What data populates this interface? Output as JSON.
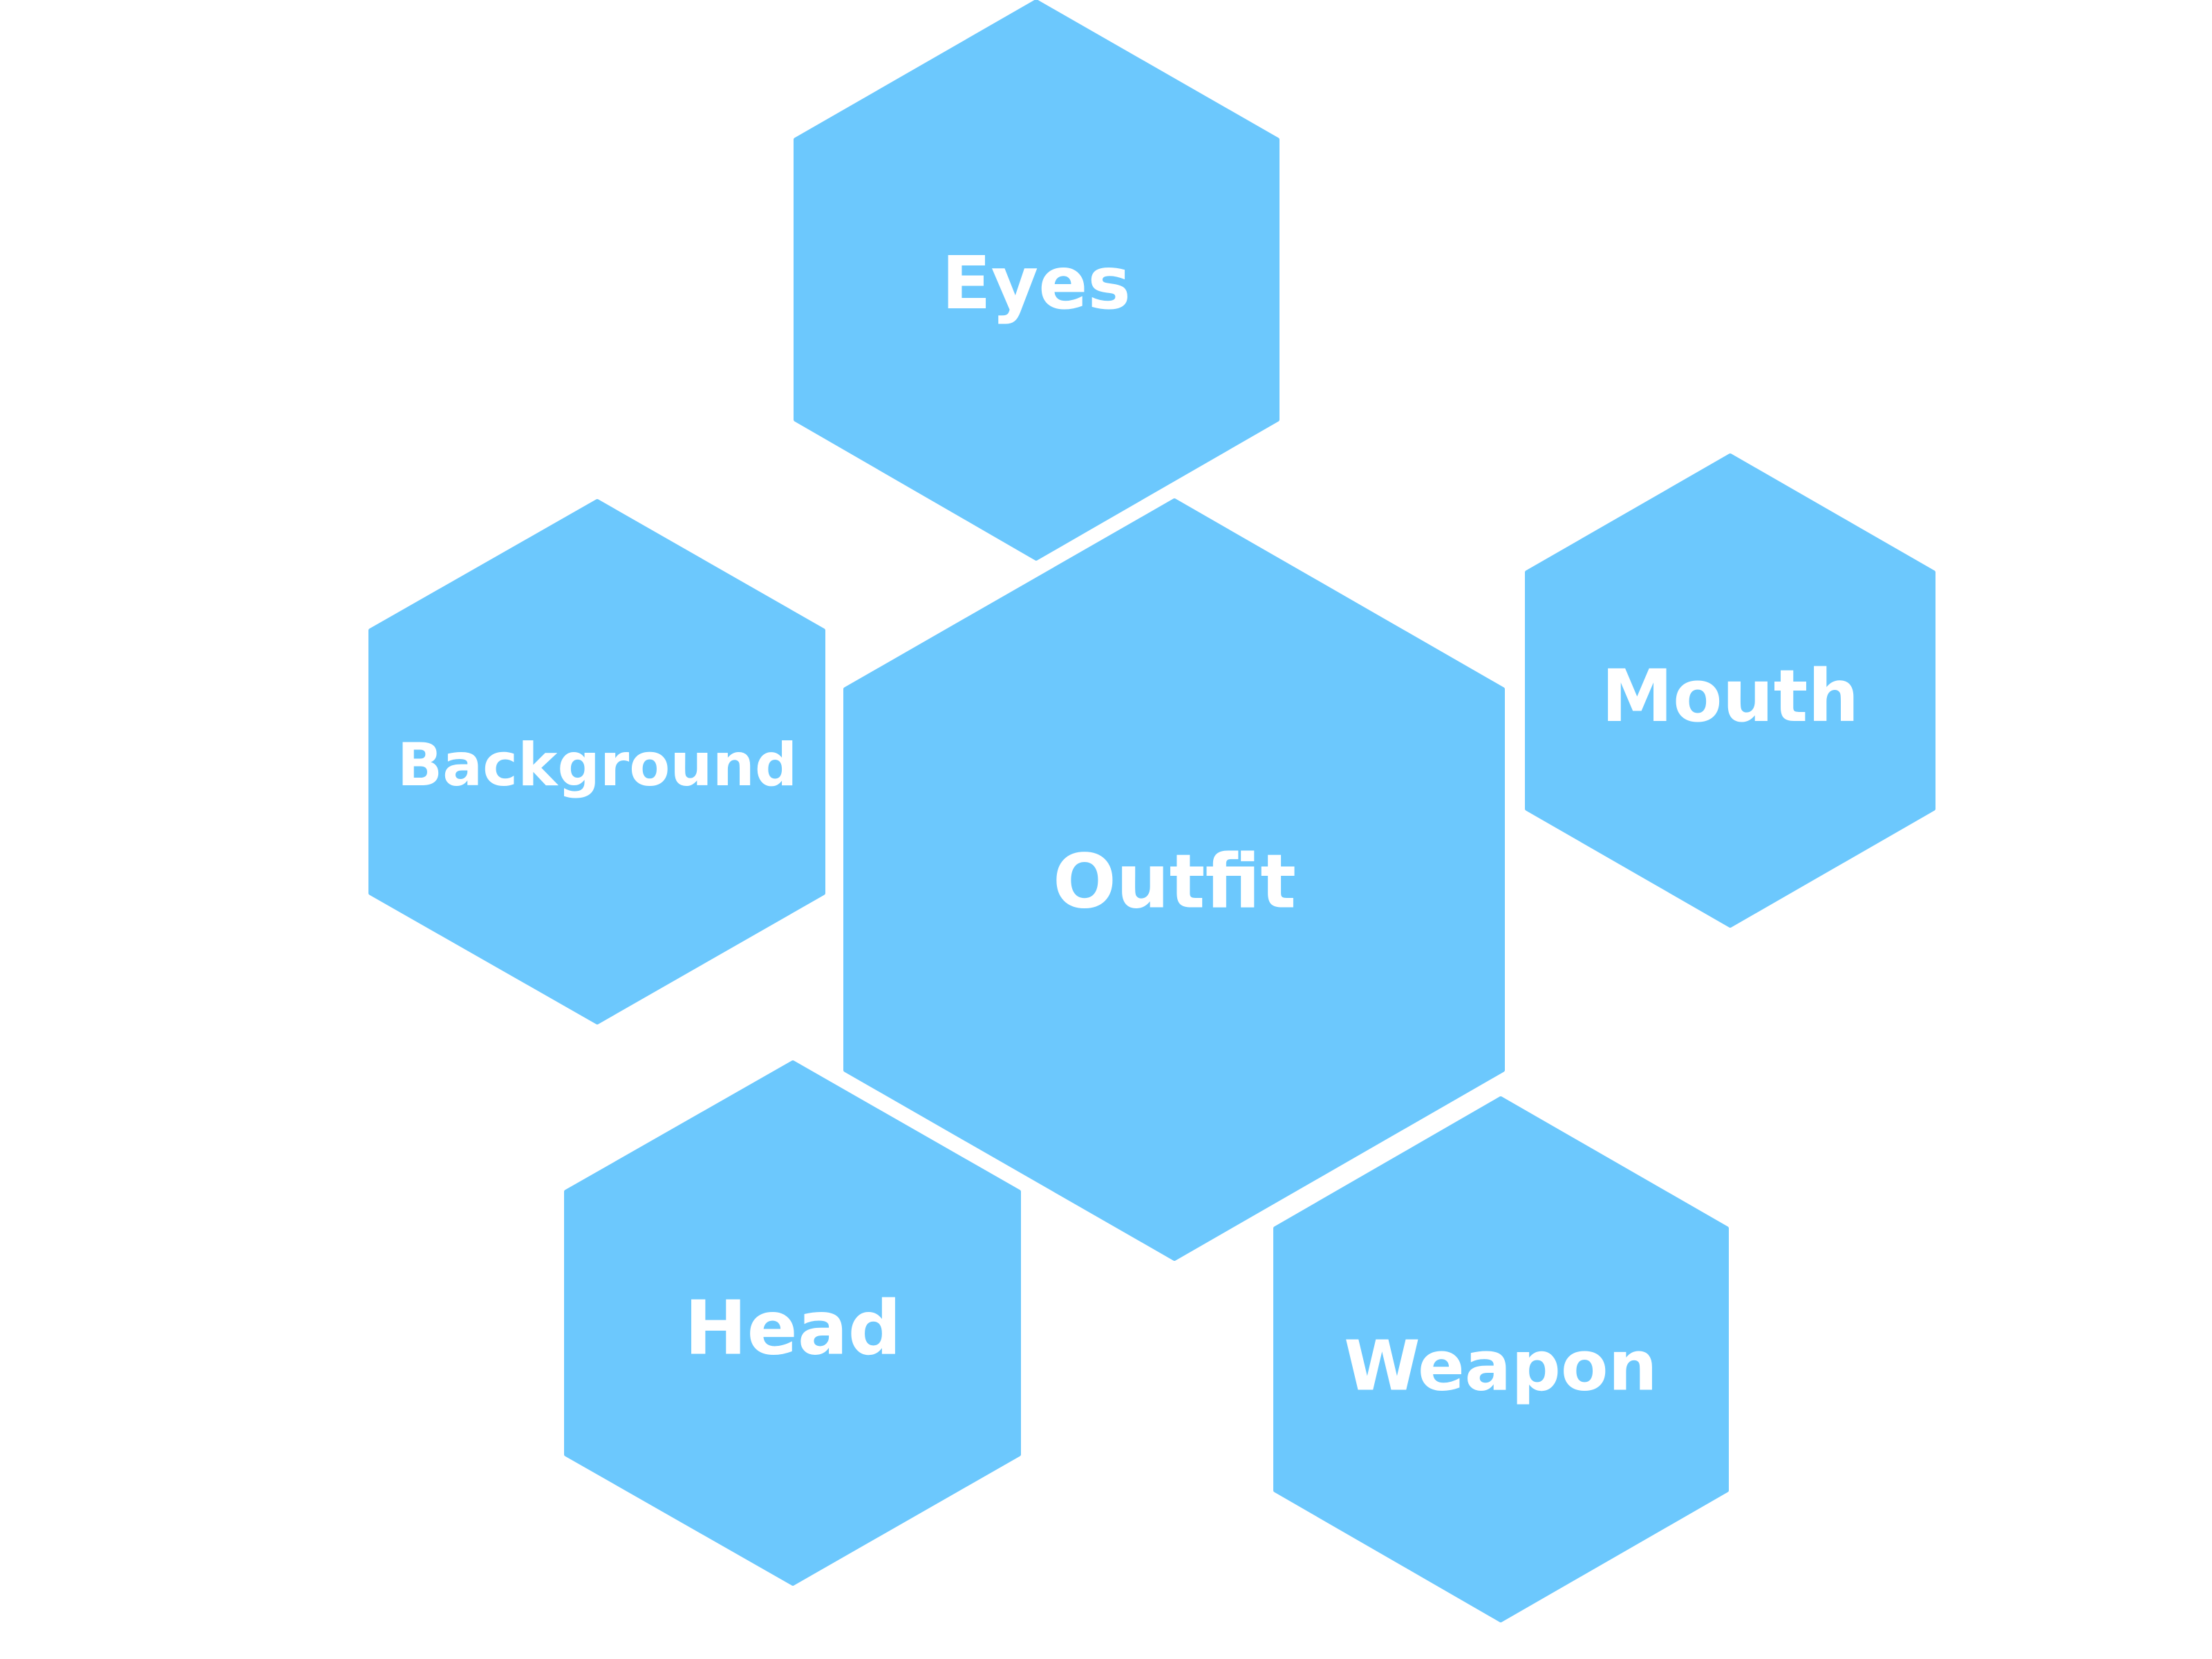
{
  "diagram": {
    "colors": {
      "background": "#ffffff",
      "hex_fill": "#6cc8fd",
      "label": "#ffffff"
    },
    "hexagons": [
      {
        "id": "eyes",
        "label": "Eyes"
      },
      {
        "id": "background",
        "label": "Background"
      },
      {
        "id": "outfit",
        "label": "Outfit"
      },
      {
        "id": "mouth",
        "label": "Mouth"
      },
      {
        "id": "head",
        "label": "Head"
      },
      {
        "id": "weapon",
        "label": "Weapon"
      }
    ]
  }
}
